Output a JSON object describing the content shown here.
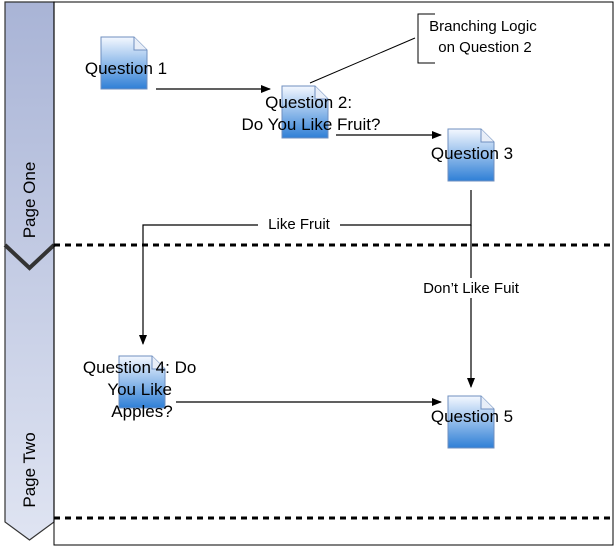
{
  "colors": {
    "band_top": "#a9b4d6",
    "band_bottom": "#dfe4f2",
    "band_border": "#333333",
    "doc_top": "#f4f8ff",
    "doc_bottom": "#2f7fd6",
    "doc_border": "#6f8fbf",
    "arrow": "#000000",
    "divider": "#000000"
  },
  "pages": {
    "page_one": "Page One",
    "page_two": "Page Two"
  },
  "nodes": {
    "q1": "Question 1",
    "q2": [
      "Question 2:",
      "Do You Like Fruit?"
    ],
    "q3": "Question 3",
    "q4": [
      "Question 4: Do",
      "You Like",
      "Apples?"
    ],
    "q5": "Question 5"
  },
  "annotation": [
    "Branching Logic",
    "on Question 2"
  ],
  "edges": {
    "like_fruit": "Like Fruit",
    "dont_like_fruit": "Don’t Like Fuit"
  },
  "icons": [
    "document-icon"
  ]
}
